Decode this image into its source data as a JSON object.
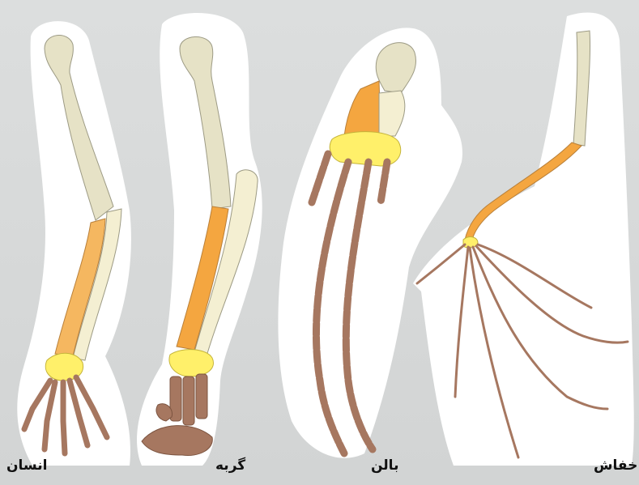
{
  "labels": {
    "human": "انسان",
    "cat": "گربه",
    "whale": "بالن",
    "bat": "خفاش"
  },
  "colors": {
    "background": "#d5d7d7",
    "silhouette": "#ffffff",
    "humerus": "#e6e2c6",
    "radius": "#f4a640",
    "ulna": "#f4efd2",
    "carpals": "#fff06a",
    "digits": "#a67760"
  }
}
